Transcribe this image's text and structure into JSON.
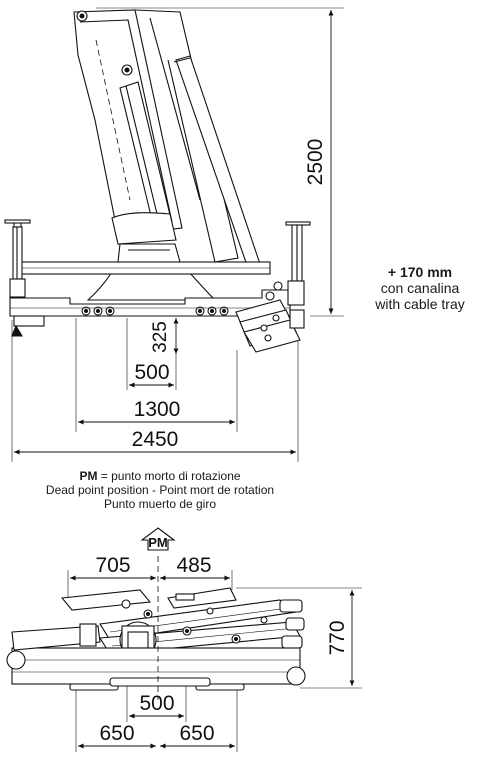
{
  "top_view": {
    "dimensions": {
      "height_2500": "2500",
      "d_325": "325",
      "d_500": "500",
      "d_1300": "1300",
      "d_2450": "2450"
    }
  },
  "cable_tray_note": {
    "line1": "+ 170 mm",
    "line2": "con canalina",
    "line3": "with cable tray"
  },
  "pm_legend": {
    "abbr": "PM",
    "line1_rest": " = punto morto di rotazione",
    "line2": "Dead point position - Point mort de rotation",
    "line3": "Punto muerto de giro"
  },
  "bottom_view": {
    "arrow_label": "PM",
    "dimensions": {
      "d_705": "705",
      "d_485": "485",
      "d_770": "770",
      "d_500": "500",
      "d_650_left": "650",
      "d_650_right": "650"
    }
  }
}
